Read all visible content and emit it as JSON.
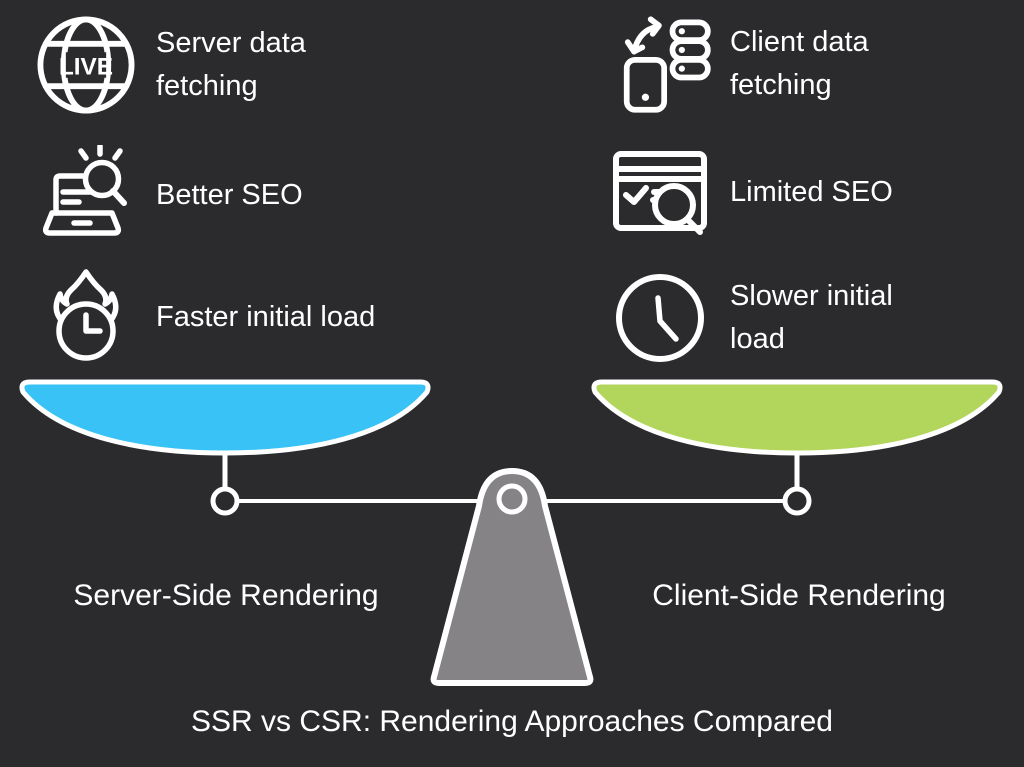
{
  "title": "SSR vs CSR: Rendering Approaches Compared",
  "colors": {
    "background": "#2B2A2D",
    "pan_left": "#38C2F6",
    "pan_right": "#B2D55C",
    "fulcrum": "#858386",
    "stroke": "#FFFFFF"
  },
  "globe_badge": "LIVE",
  "left": {
    "label": "Server-Side Rendering",
    "items": [
      {
        "icon": "globe-live-icon",
        "text": "Server data fetching"
      },
      {
        "icon": "laptop-search-icon",
        "text": "Better SEO"
      },
      {
        "icon": "flame-clock-icon",
        "text": "Faster initial load"
      }
    ]
  },
  "right": {
    "label": "Client-Side Rendering",
    "items": [
      {
        "icon": "phone-database-icon",
        "text": "Client data fetching"
      },
      {
        "icon": "browser-search-icon",
        "text": "Limited SEO"
      },
      {
        "icon": "clock-icon",
        "text": "Slower initial load"
      }
    ]
  }
}
